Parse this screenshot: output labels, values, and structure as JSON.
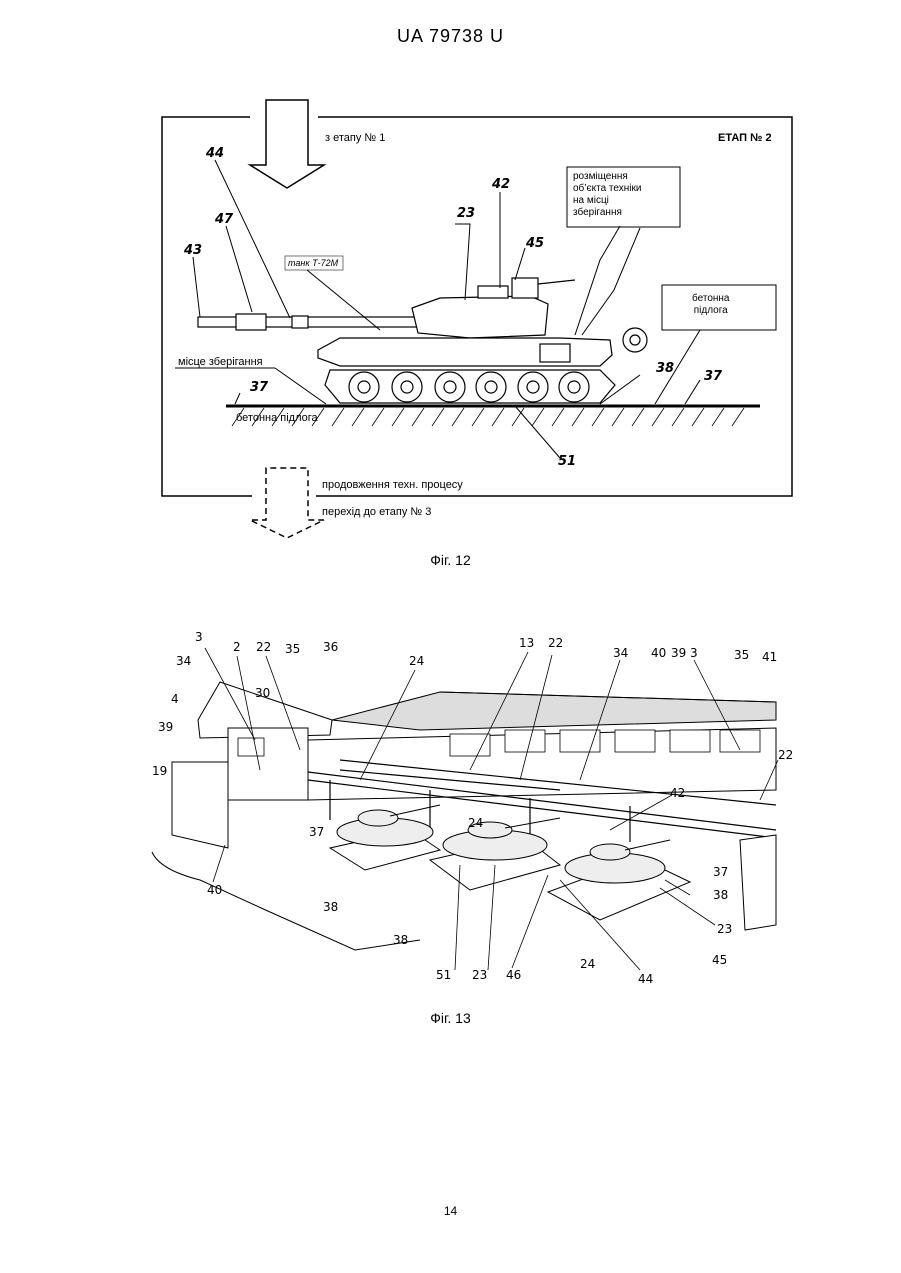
{
  "header": {
    "patent_id": "UA   79738   U"
  },
  "fig12": {
    "caption": "Фіг. 12",
    "from_stage": "з етапу № 1",
    "stage_label": "ЕТАП № 2",
    "placement_box": [
      "розміщення",
      "об’єкта техніки",
      "на місці",
      "зберігання"
    ],
    "concrete_box": [
      "бетонна",
      "підлога"
    ],
    "tank_label": "танк Т-72М",
    "storage_place": "місце зберігання",
    "floor_label": "бетонна підлога",
    "continue_process": "продовження техн. процесу",
    "next_stage": "перехід до етапу № 3",
    "refs": [
      "44",
      "47",
      "43",
      "23",
      "42",
      "45",
      "38",
      "37",
      "37",
      "51"
    ]
  },
  "fig13": {
    "caption": "Фіг. 13",
    "refs_top": [
      "3",
      "2",
      "22",
      "35",
      "36",
      "24",
      "13",
      "22",
      "34",
      "40",
      "39",
      "3",
      "35",
      "41"
    ],
    "refs_left": [
      "34",
      "4",
      "39",
      "19",
      "30"
    ],
    "refs_right": [
      "22",
      "42",
      "37",
      "38",
      "23",
      "45"
    ],
    "refs_bottom": [
      "40",
      "37",
      "38",
      "38",
      "51",
      "23",
      "46",
      "24",
      "44",
      "24"
    ]
  },
  "footer": {
    "page_number": "14"
  }
}
